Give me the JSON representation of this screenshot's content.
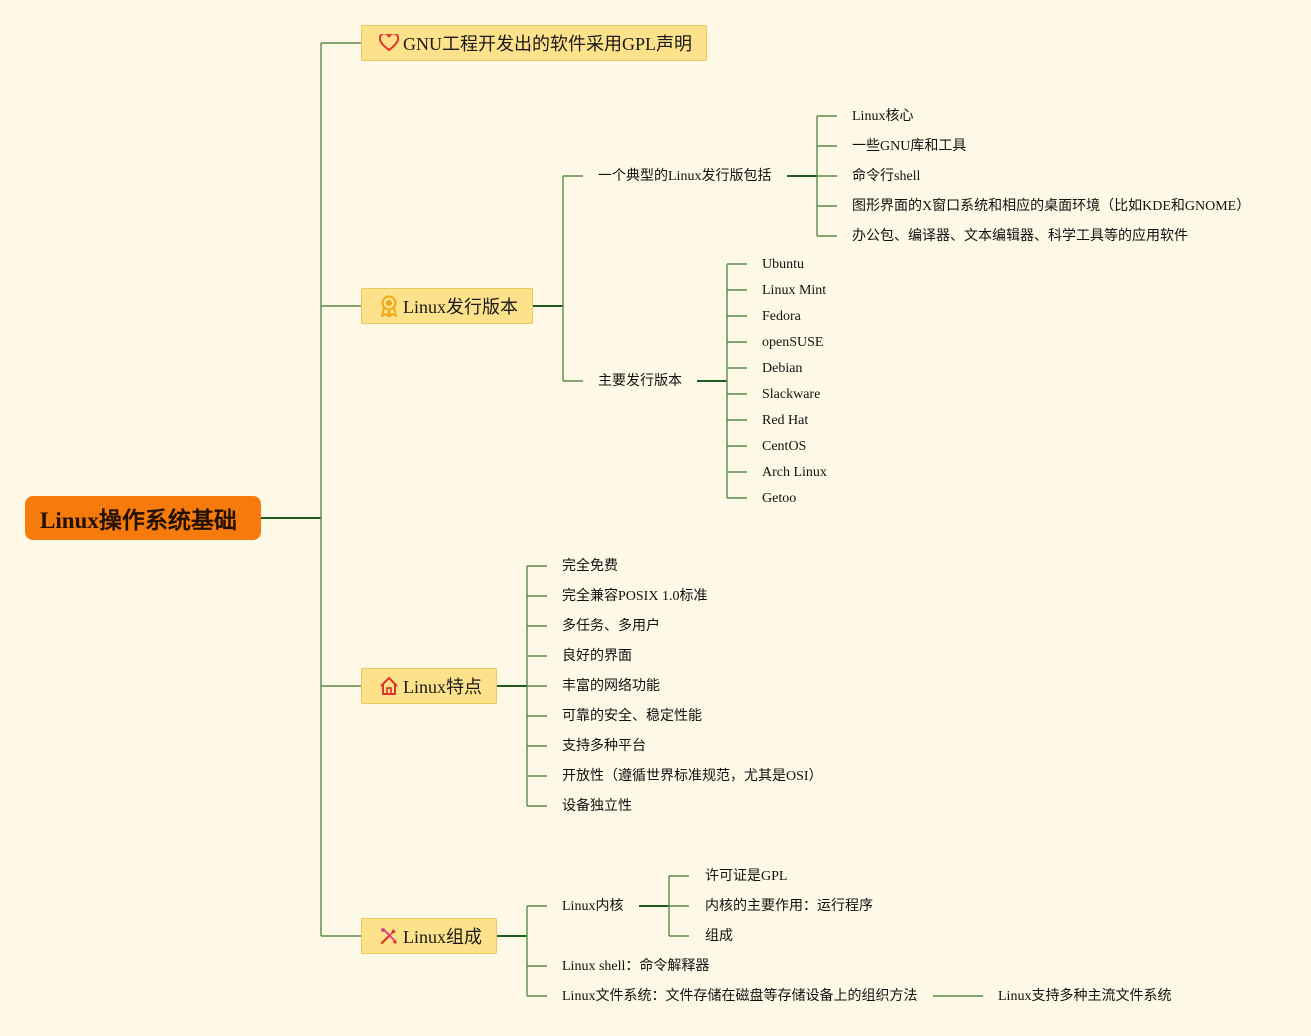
{
  "root": "Linux操作系统基础",
  "branches": {
    "gnu": {
      "label": "GNU工程开发出的软件采用GPL声明",
      "icon": "heart-icon"
    },
    "distro": {
      "label": "Linux发行版本",
      "icon": "award-ribbon-icon",
      "typical": {
        "label": "一个典型的Linux发行版包括",
        "items": [
          "Linux核心",
          "一些GNU库和工具",
          "命令行shell",
          "图形界面的X窗口系统和相应的桌面环境（比如KDE和GNOME）",
          "办公包、编译器、文本编辑器、科学工具等的应用软件"
        ]
      },
      "major": {
        "label": "主要发行版本",
        "items": [
          "Ubuntu",
          "Linux Mint",
          "Fedora",
          "openSUSE",
          "Debian",
          "Slackware",
          "Red Hat",
          "CentOS",
          "Arch Linux",
          "Getoo"
        ]
      }
    },
    "features": {
      "label": "Linux特点",
      "icon": "house-icon",
      "items": [
        "完全免费",
        "完全兼容POSIX 1.0标准",
        "多任务、多用户",
        "良好的界面",
        "丰富的网络功能",
        "可靠的安全、稳定性能",
        "支持多种平台",
        "开放性（遵循世界标准规范，尤其是OSI）",
        "设备独立性"
      ]
    },
    "components": {
      "label": "Linux组成",
      "icon": "tools-icon",
      "kernel": {
        "label": "Linux内核",
        "items": [
          "许可证是GPL",
          "内核的主要作用：运行程序",
          "组成"
        ]
      },
      "shell": "Linux shell：命令解释器",
      "fs": {
        "label": "Linux文件系统：文件存储在磁盘等存储设备上的组织方法",
        "child": "Linux支持多种主流文件系统"
      }
    }
  },
  "colors": {
    "background": "#fef9e6",
    "root": "#f77a0c",
    "branch": "#fde28b",
    "line": "#5a8a4a"
  }
}
